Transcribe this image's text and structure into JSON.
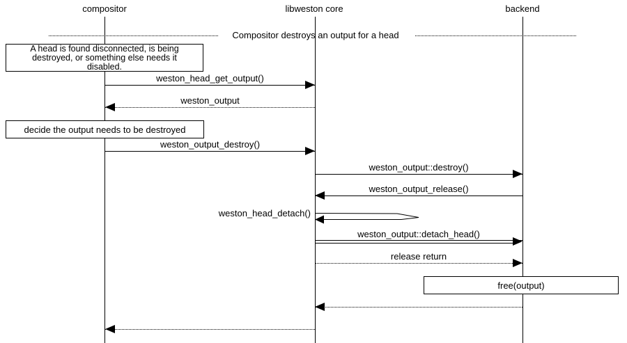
{
  "diagram": {
    "kind": "sequence-diagram",
    "colors": {
      "line": "#000000",
      "background": "#ffffff",
      "text": "#000000"
    },
    "actors": [
      {
        "id": "compositor",
        "label": "compositor"
      },
      {
        "id": "libweston-core",
        "label": "libweston core"
      },
      {
        "id": "backend",
        "label": "backend"
      }
    ],
    "divider": {
      "label": "Compositor destroys an output for a head"
    },
    "notes": [
      {
        "id": "note-head-disconnected",
        "label": "A head is found disconnected, is being destroyed, or something else needs it disabled."
      },
      {
        "id": "note-decide-destroy",
        "label": "decide the output needs to be destroyed"
      },
      {
        "id": "note-free-output",
        "label": "free(output)"
      }
    ],
    "messages": [
      {
        "id": "weston-head-get-output",
        "label": "weston_head_get_output()",
        "from": "compositor",
        "to": "libweston core",
        "line": "solid"
      },
      {
        "id": "weston-output-return",
        "label": "weston_output",
        "from": "libweston core",
        "to": "compositor",
        "line": "dotted"
      },
      {
        "id": "weston-output-destroy",
        "label": "weston_output_destroy()",
        "from": "compositor",
        "to": "libweston core",
        "line": "solid"
      },
      {
        "id": "weston-output-destroy-vfunc",
        "label": "weston_output::destroy()",
        "from": "libweston core",
        "to": "backend",
        "line": "solid"
      },
      {
        "id": "weston-output-release",
        "label": "weston_output_release()",
        "from": "backend",
        "to": "libweston core",
        "line": "solid"
      },
      {
        "id": "weston-head-detach",
        "label": "weston_head_detach()",
        "from": "libweston core",
        "to": "libweston core",
        "line": "self"
      },
      {
        "id": "weston-output-detach-head",
        "label": "weston_output::detach_head()",
        "from": "libweston core",
        "to": "backend",
        "line": "double"
      },
      {
        "id": "release-return",
        "label": "release return",
        "from": "libweston core",
        "to": "backend",
        "line": "dotted"
      },
      {
        "id": "return-to-libweston",
        "label": "",
        "from": "backend",
        "to": "libweston core",
        "line": "dotted"
      },
      {
        "id": "return-to-compositor",
        "label": "",
        "from": "libweston core",
        "to": "compositor",
        "line": "dotted"
      }
    ]
  }
}
